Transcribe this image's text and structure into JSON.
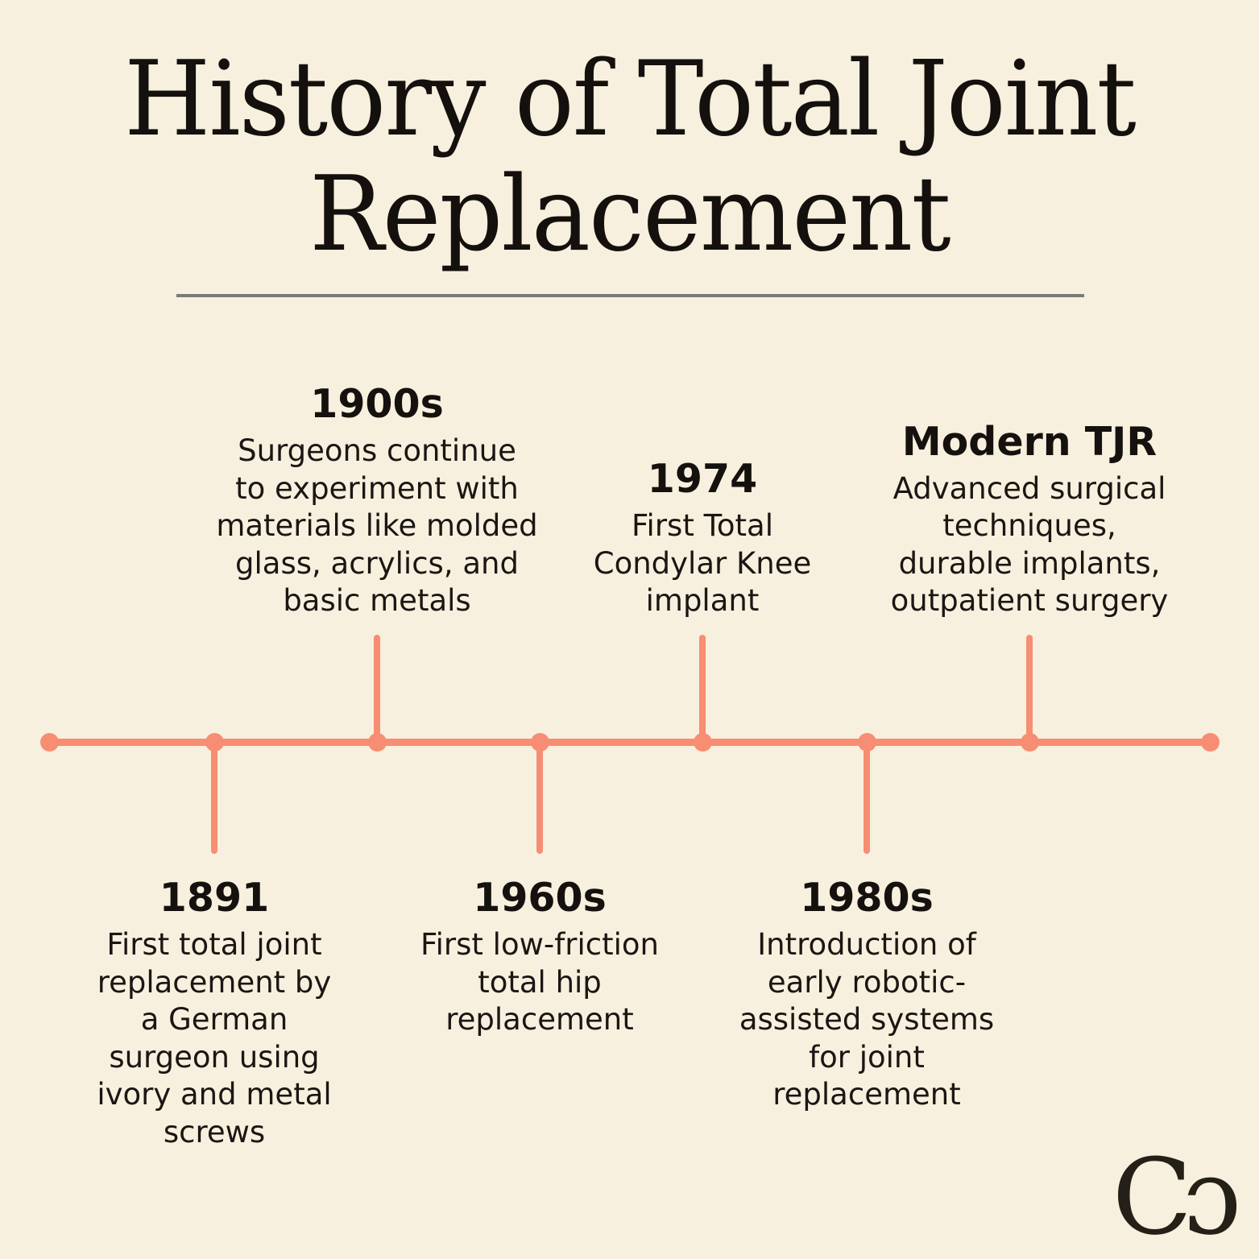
{
  "title": {
    "line1": "History of Total Joint",
    "line2": "Replacement"
  },
  "timeline": {
    "events_top": [
      {
        "year": "1900s",
        "description": "Surgeons continue\nto experiment with\nmaterials like molded\nglass, acrylics, and\nbasic metals"
      },
      {
        "year": "1974",
        "description": "First Total\nCondylar Knee\nimplant"
      },
      {
        "year": "Modern TJR",
        "description": "Advanced surgical\ntechniques,\ndurable implants,\noutpatient surgery"
      }
    ],
    "events_bottom": [
      {
        "year": "1891",
        "description": "First total joint\nreplacement by\na German\nsurgeon using\nivory and metal\nscrews"
      },
      {
        "year": "1960s",
        "description": "First low-friction\ntotal hip\nreplacement"
      },
      {
        "year": "1980s",
        "description": "Introduction of\nearly robotic-\nassisted systems\nfor joint\nreplacement"
      }
    ]
  },
  "logo": {
    "glyphs": "Cɔ",
    "reads_as": "Co"
  },
  "colors": {
    "background": "#F8F0DE",
    "accent": "#F78D72",
    "ink": "#1A1613",
    "divider": "#7B7A77",
    "logo_ink": "#241F17"
  }
}
